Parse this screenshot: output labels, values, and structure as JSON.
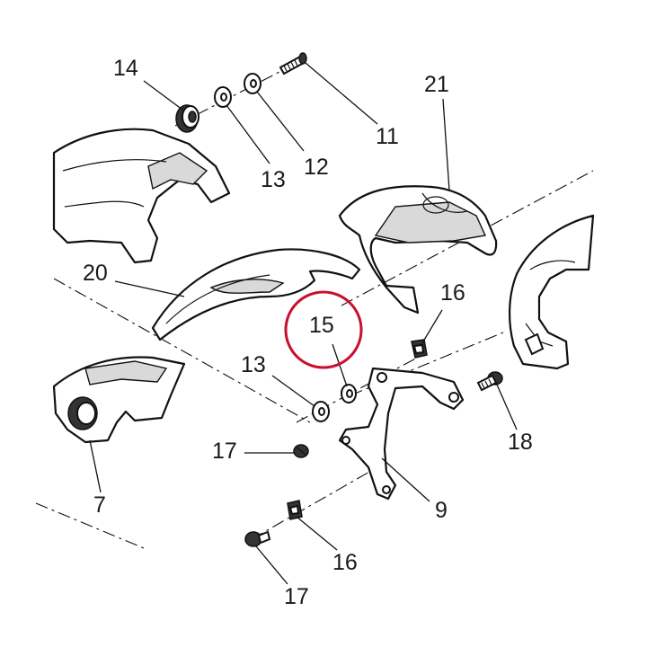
{
  "callouts": [
    {
      "id": "14",
      "text": "14"
    },
    {
      "id": "13a",
      "text": "13"
    },
    {
      "id": "12",
      "text": "12"
    },
    {
      "id": "11",
      "text": "11"
    },
    {
      "id": "21",
      "text": "21"
    },
    {
      "id": "20",
      "text": "20"
    },
    {
      "id": "16a",
      "text": "16"
    },
    {
      "id": "15",
      "text": "15"
    },
    {
      "id": "13b",
      "text": "13"
    },
    {
      "id": "18",
      "text": "18"
    },
    {
      "id": "17a",
      "text": "17"
    },
    {
      "id": "7",
      "text": "7"
    },
    {
      "id": "9",
      "text": "9"
    },
    {
      "id": "16b",
      "text": "16"
    },
    {
      "id": "17b",
      "text": "17"
    }
  ],
  "highlight": {
    "target": "15",
    "color": "#c8102e"
  }
}
